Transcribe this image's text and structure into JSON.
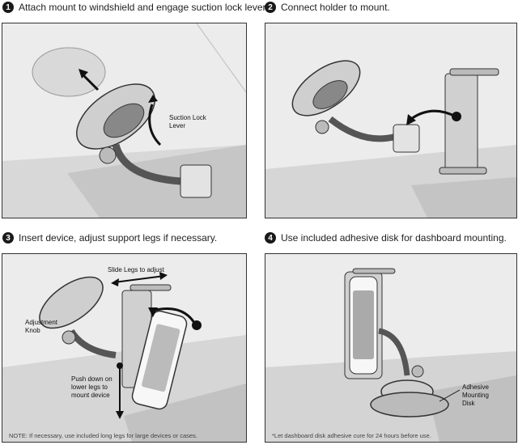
{
  "steps": [
    {
      "number": "1",
      "text": "Attach mount to windshield and engage suction lock lever."
    },
    {
      "number": "2",
      "text": "Connect holder to mount."
    },
    {
      "number": "3",
      "text": "Insert device, adjust support legs if necessary."
    },
    {
      "number": "4",
      "text": "Use included adhesive disk for dashboard mounting."
    }
  ],
  "callouts": {
    "suction_lock_lever": [
      "Suction Lock",
      "Lever"
    ],
    "slide_legs": "Slide Legs to adjust",
    "adjustment_knob": [
      "Adjustment",
      "Knob"
    ],
    "push_down": [
      "Push down on",
      "lower legs to",
      "mount device"
    ],
    "adhesive_disk": [
      "Adhesive",
      "Mounting",
      "Disk"
    ]
  },
  "notes": {
    "step3": "NOTE: If necessary, use included long legs for large devices or cases.",
    "step4": "*Let dashboard disk adhesive cure for 24 hours before use."
  },
  "icons": [
    "arrow-icon",
    "suction-cup-icon",
    "phone-holder-icon",
    "phone-icon"
  ]
}
